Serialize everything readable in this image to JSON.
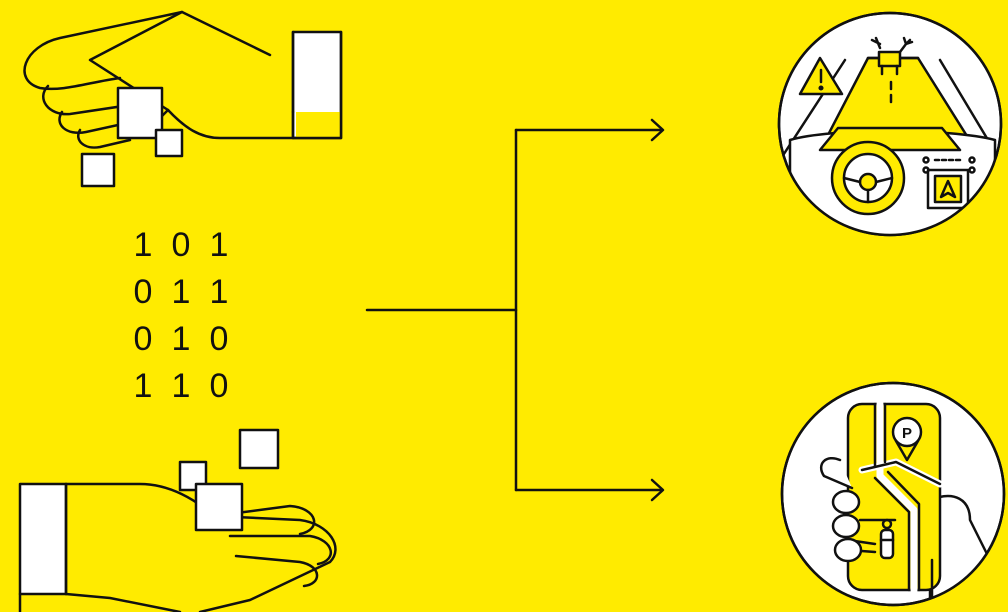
{
  "binary_rows": [
    [
      "1",
      "0",
      "1"
    ],
    [
      "0",
      "1",
      "1"
    ],
    [
      "0",
      "1",
      "0"
    ],
    [
      "1",
      "1",
      "0"
    ]
  ],
  "parking_label": "P",
  "colors": {
    "background": "#FFEB00",
    "line": "#111111",
    "white": "#FFFFFF"
  },
  "icons": [
    "giving-hand-icon",
    "receiving-hand-icon",
    "driver-warning-icon",
    "phone-parking-map-icon",
    "arrow-icon"
  ]
}
